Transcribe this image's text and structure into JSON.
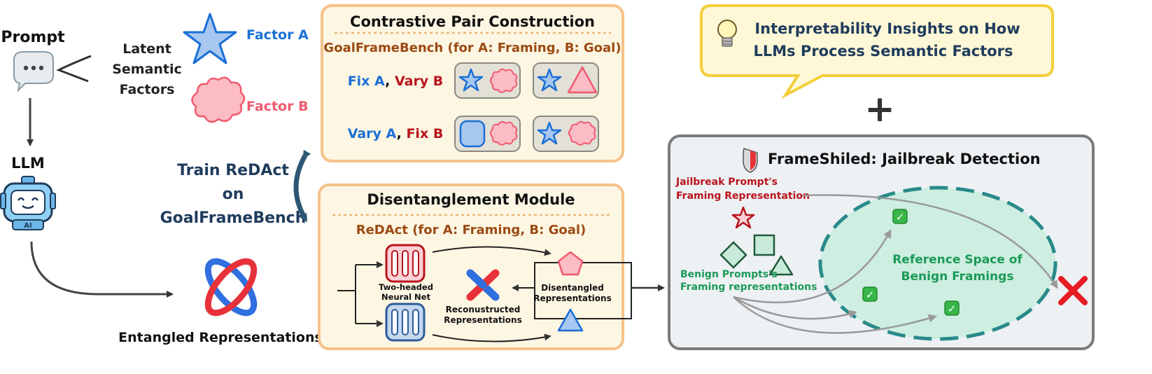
{
  "left": {
    "prompt_label": "Prompt",
    "latent_line1": "Latent",
    "latent_line2": "Semantic",
    "latent_line3": "Factors",
    "factor_a": "Factor A",
    "factor_b": "Factor B",
    "llm_label": "LLM",
    "robot_badge": "AI",
    "entangled_label": "Entangled Representations",
    "train_line1": "Train ReDAct",
    "train_line2": "on",
    "train_line3": "GoalFrameBench"
  },
  "contrastive": {
    "title": "Contrastive Pair Construction",
    "subtitle": "GoalFrameBench (for A: Framing, B: Goal)",
    "row1": {
      "part1": "Fix A",
      "sep": ", ",
      "part2": "Vary B"
    },
    "row2": {
      "part1": "Vary A",
      "sep": ", ",
      "part2": "Fix B"
    }
  },
  "disentangle": {
    "title": "Disentanglement Module",
    "subtitle": "ReDAct (for A: Framing, B: Goal)",
    "net_line1": "Two-headed",
    "net_line2": "Neural Net",
    "recon_line1": "Reconustructed",
    "recon_line2": "Representations",
    "dis_line1": "Disentangled",
    "dis_line2": "Representations"
  },
  "insight": {
    "line1": "Interpretability Insights on How",
    "line2": "LLMs Process Semantic Factors",
    "plus": "+"
  },
  "frameshield": {
    "title": "FrameShiled: Jailbreak Detection",
    "jb_line1": "Jailbreak Prompt's",
    "jb_line2": "Framing Representation",
    "benign_line1": "Benign Prompts's",
    "benign_line2": "Framing representations",
    "ref_line1": "Reference Space of",
    "ref_line2": "Benign Framings",
    "check": "✓",
    "cross": "✕"
  },
  "colors": {
    "blue": "#1a6fd6",
    "red": "#b8141c",
    "pink": "#f05a6e",
    "brown": "#9c4a12",
    "navy": "#1f3c5c",
    "green": "#1a9a56",
    "teal": "#2a8a8a",
    "panel_fill": "#fdf6e3",
    "panel_border": "#f5c28a"
  }
}
